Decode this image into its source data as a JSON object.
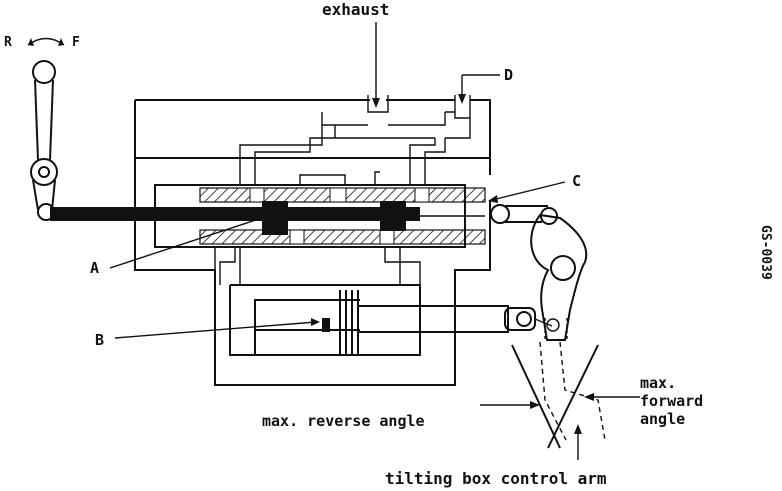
{
  "labels": {
    "exhaust": "exhaust",
    "d": "D",
    "c": "C",
    "a": "A",
    "b": "B",
    "r": "R",
    "f": "F",
    "doc_code": "GS-0039",
    "max_reverse": "max. reverse angle",
    "max_forward_1": "max.",
    "max_forward_2": "forward",
    "max_forward_3": "angle",
    "control_arm": "tilting box control arm"
  },
  "colors": {
    "ink": "#111111",
    "paper": "#ffffff"
  }
}
